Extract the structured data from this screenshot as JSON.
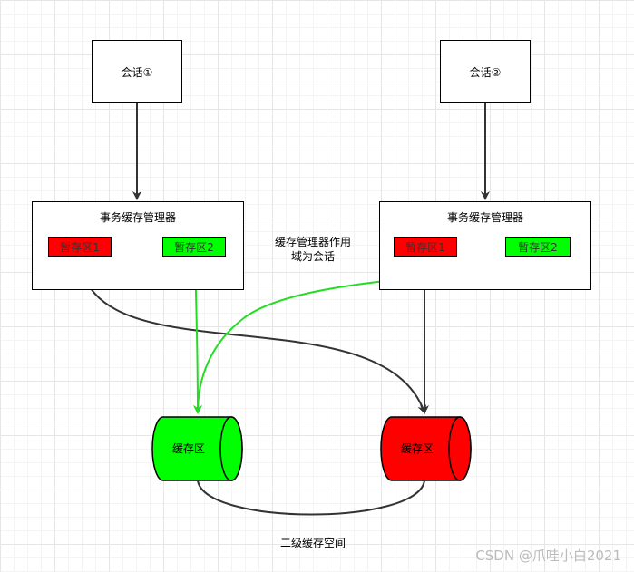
{
  "session1": {
    "label": "会话①"
  },
  "session2": {
    "label": "会话②"
  },
  "manager1": {
    "title": "事务缓存管理器",
    "stage1": "暂存区1",
    "stage2": "暂存区2"
  },
  "manager2": {
    "title": "事务缓存管理器",
    "stage1": "暂存区1",
    "stage2": "暂存区2"
  },
  "scope_note": {
    "line1": "缓存管理器作用",
    "line2": "域为会话"
  },
  "cache_green": {
    "label": "缓存区",
    "color": "#00ff00"
  },
  "cache_red": {
    "label": "缓存区",
    "color": "#ff0000"
  },
  "l2_label": "二级缓存空间",
  "watermark": "CSDN @爪哇小白2021",
  "colors": {
    "red": "#ff0000",
    "green": "#00ff00",
    "line": "#333333",
    "green_line": "#22dd22"
  }
}
